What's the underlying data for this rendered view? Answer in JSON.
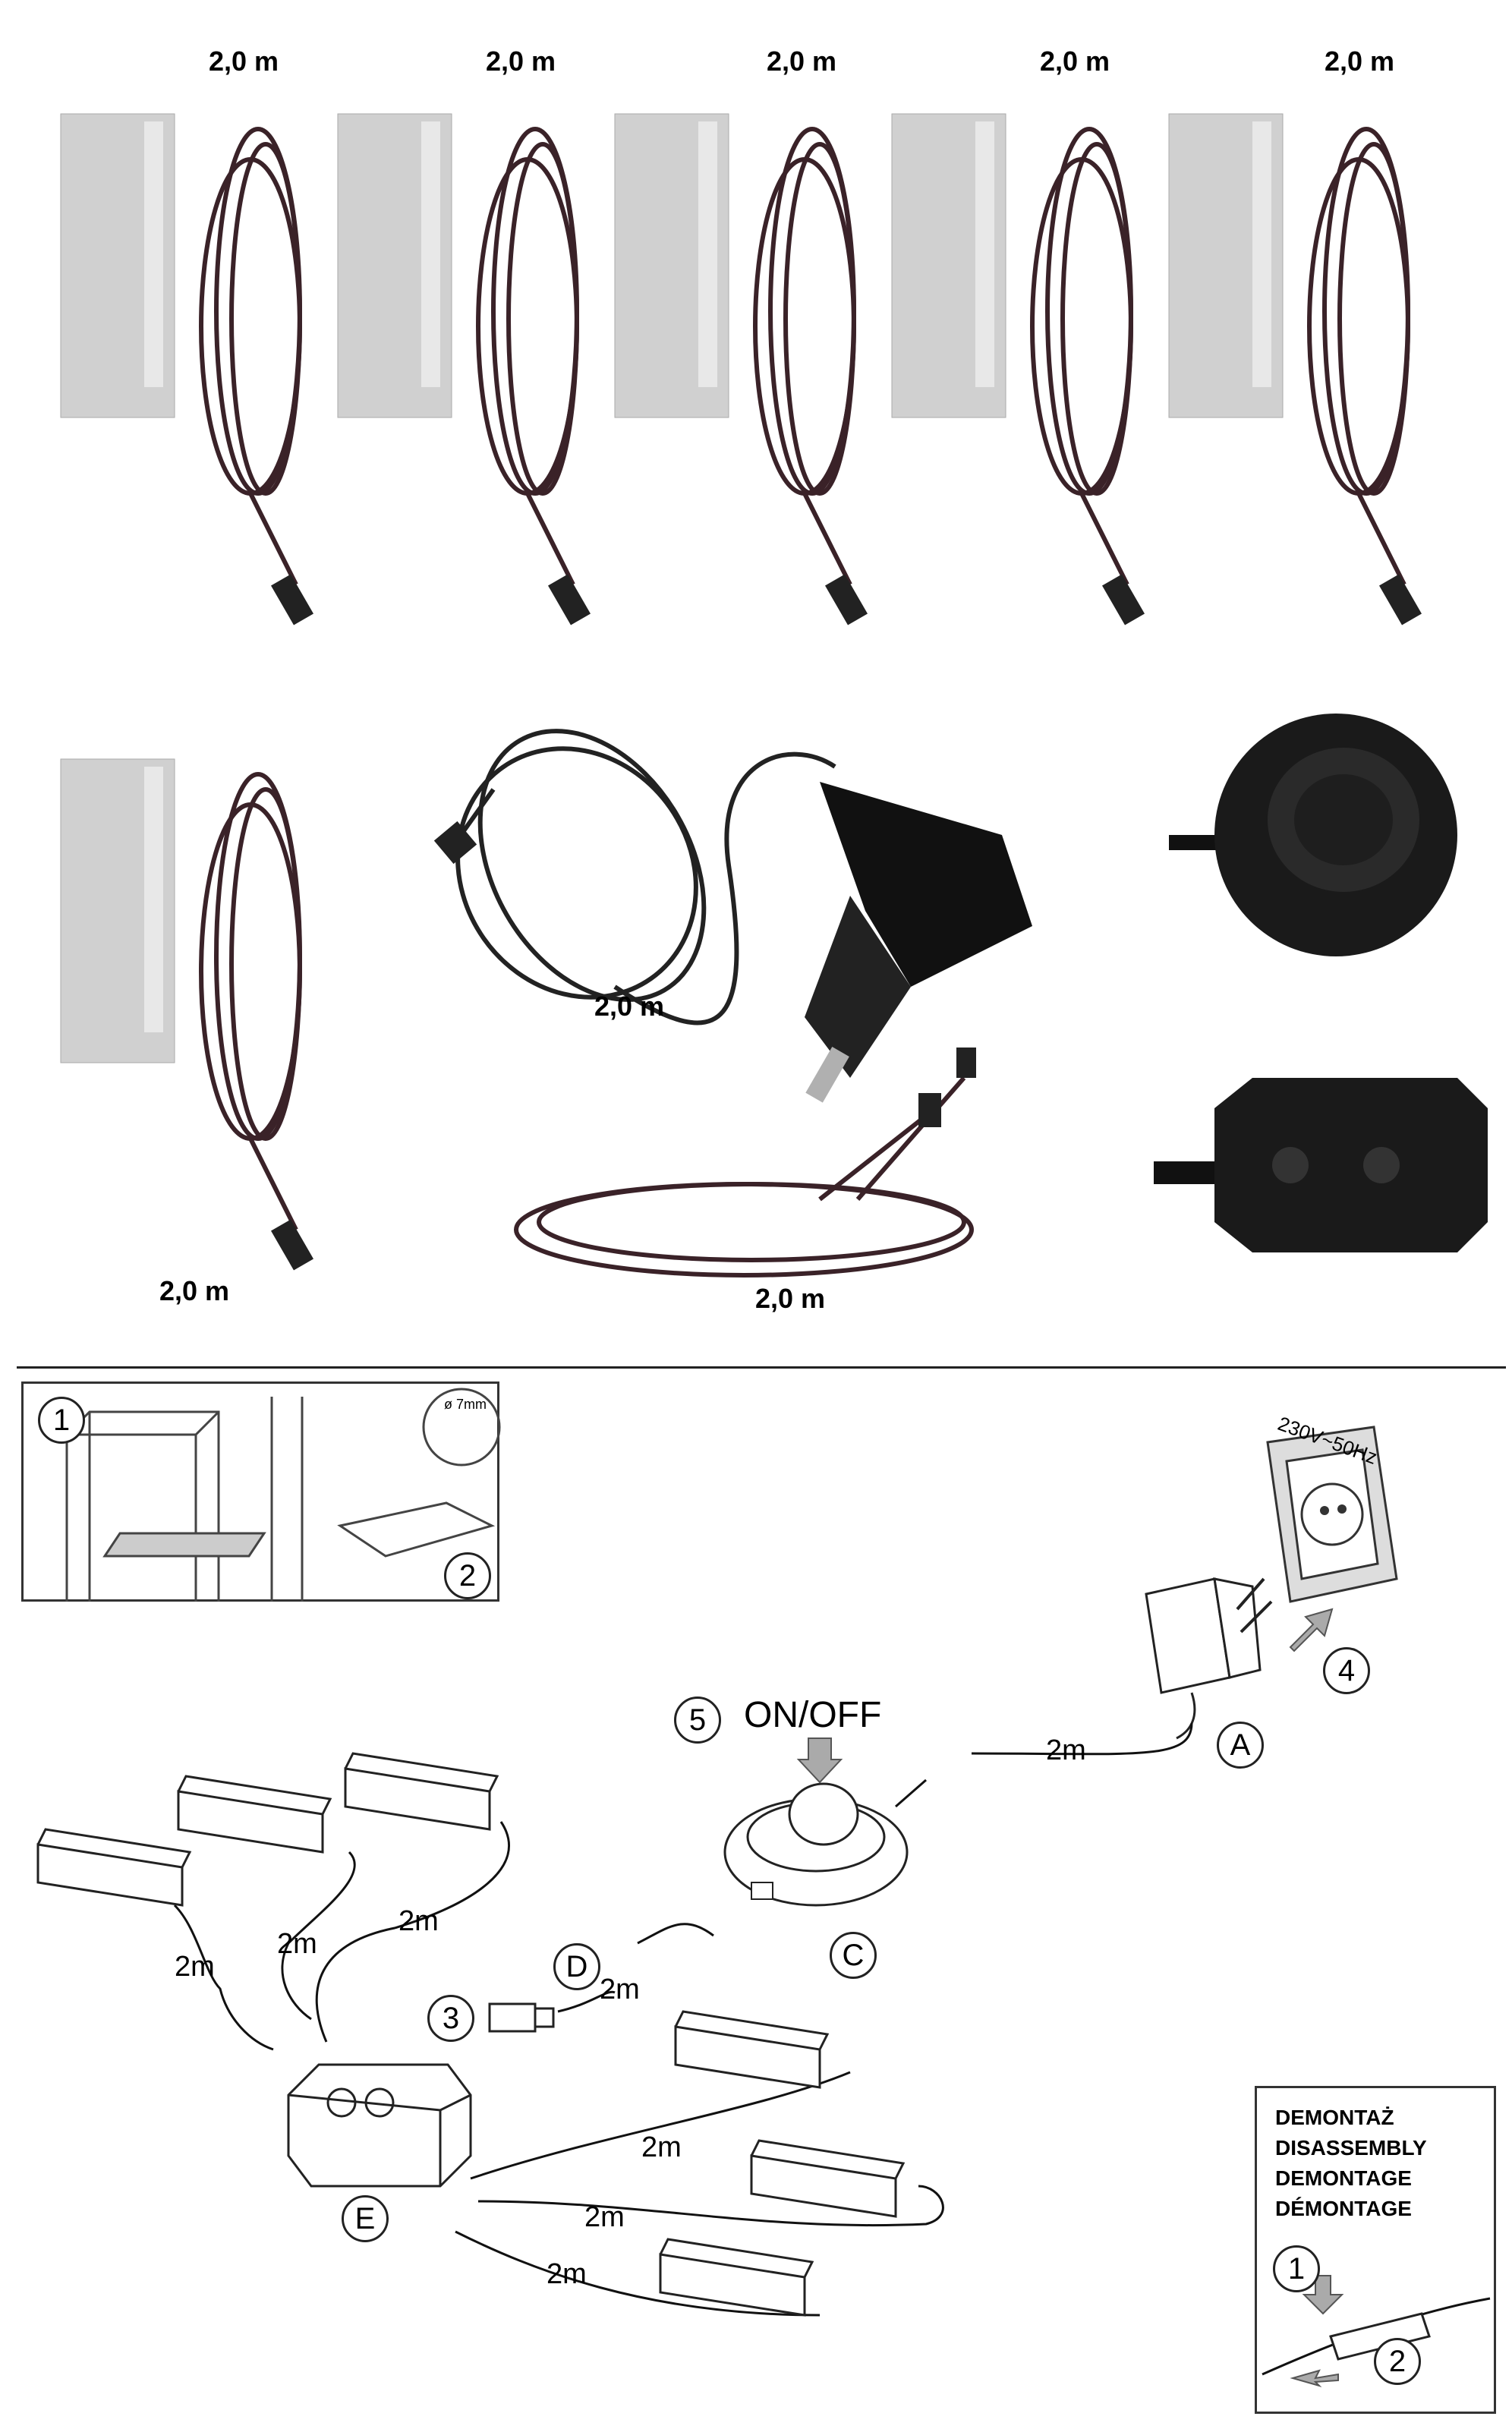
{
  "products": {
    "cable_length_labels": [
      "2,0 m",
      "2,0 m",
      "2,0 m",
      "2,0 m",
      "2,0 m",
      "2,0 m",
      "2,0 m",
      "2,0 m"
    ]
  },
  "diagram": {
    "step_numbers": [
      "1",
      "2",
      "3",
      "4",
      "5"
    ],
    "part_letters": [
      "A",
      "C",
      "D",
      "E"
    ],
    "switch_label": "ON/OFF",
    "socket_voltage": "230V~50Hz",
    "hole_diameter": "ø 7mm",
    "cable_labels": [
      "2m",
      "2m",
      "2m",
      "2m",
      "2m",
      "2m",
      "2m",
      "2m"
    ],
    "disassembly_title": [
      "DEMONTAŻ",
      "DISASSEMBLY",
      "DEMONTAGE",
      "DÉMONTAGE"
    ],
    "disassembly_steps": [
      "1",
      "2"
    ]
  },
  "colors": {
    "cable": "#3a2228",
    "housing": "#d6d6d6",
    "device": "#1a1a1a"
  }
}
